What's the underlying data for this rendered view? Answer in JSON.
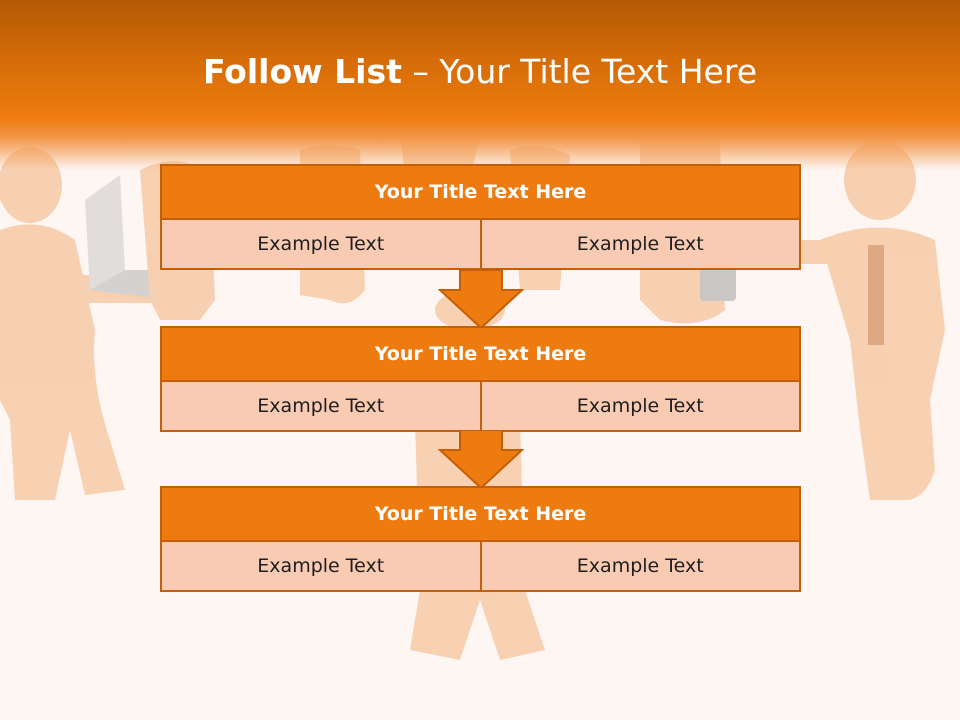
{
  "slide": {
    "title_bold": "Follow List",
    "title_separator": " – ",
    "title_rest": "Your Title Text Here"
  },
  "blocks": [
    {
      "title": "Your Title Text Here",
      "left": "Example Text",
      "right": "Example Text"
    },
    {
      "title": "Your Title Text Here",
      "left": "Example Text",
      "right": "Example Text"
    },
    {
      "title": "Your Title Text Here",
      "left": "Example Text",
      "right": "Example Text"
    }
  ],
  "colors": {
    "accent": "#ed7b0f",
    "border": "#c35f08",
    "cell_fill": "#f9cbb3",
    "background": "#fdf6f2"
  },
  "background_image": "faded-orange-people-figures"
}
